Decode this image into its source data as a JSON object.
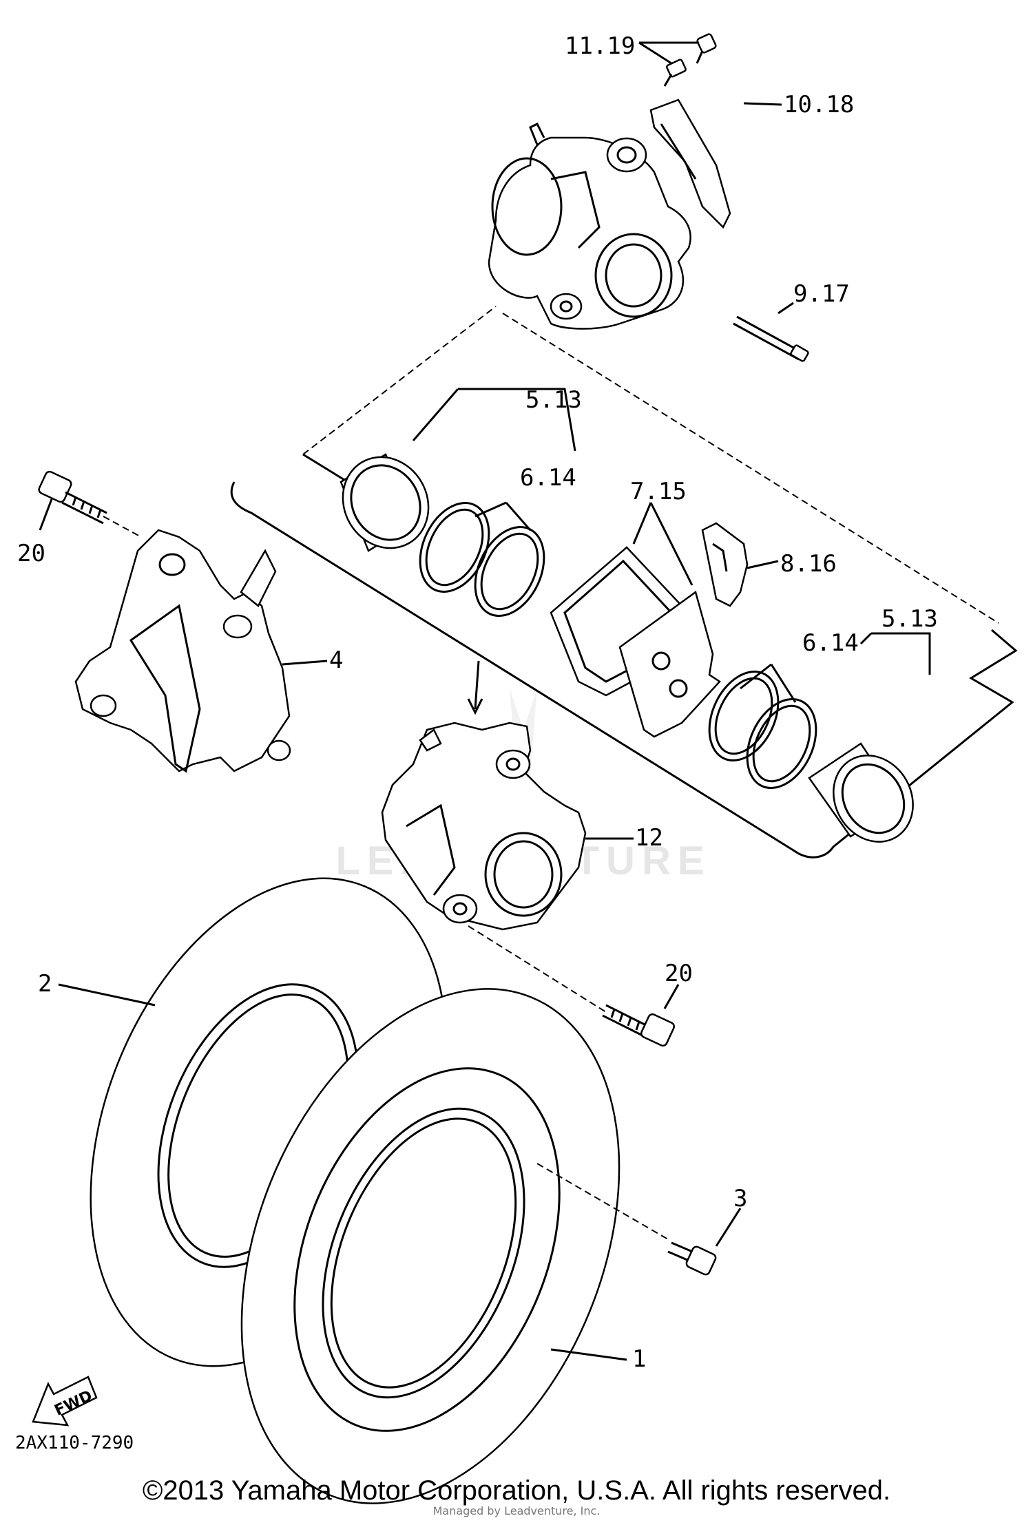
{
  "callouts": {
    "c11_19": "11.19",
    "c10_18": "10.18",
    "c9_17": "9.17",
    "c5_13_top": "5.13",
    "c6_14_top": "6.14",
    "c7_15": "7.15",
    "c8_16": "8.16",
    "c5_13_right": "5.13",
    "c6_14_right": "6.14",
    "c20_left": "20",
    "c4": "4",
    "c12": "12",
    "c20_bottom": "20",
    "c2": "2",
    "c3": "3",
    "c1": "1"
  },
  "fwd_label": "FWD",
  "diagram_code": "2AX110-7290",
  "watermark": "LEADVENTURE",
  "copyright": "©2013 Yamaha Motor Corporation, U.S.A. All rights reserved.",
  "copyright_sub": "Managed by Leadventure, Inc.",
  "icons": {
    "fwd_arrow": "fwd-arrow-icon",
    "watermark_logo": "leadventure-logo-icon"
  }
}
